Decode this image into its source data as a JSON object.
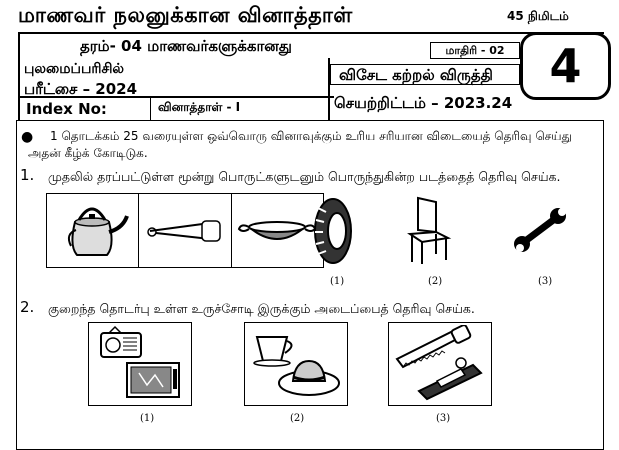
{
  "header": {
    "title": "மாணவர் நலனுக்கான வினாத்தாள்",
    "subtitle": "தரம்- 04 மாணவர்களுக்கானது",
    "exam_line1": "புலமைப்பரிசில்",
    "exam_line2": "பரீட்சை – 2024",
    "time": "45 நிமிடம்",
    "model": "மாதிரி - 02",
    "grade": "4",
    "programme": "விசேட கற்றல் விருத்தி",
    "date": "செயற்றிட்டம் – 2023.24",
    "index_label": "Index No:",
    "paper_name": "வினாத்தாள் - I"
  },
  "instruction": "1 தொடக்கம் 25 வரையுள்ள ஒவ்வொரு வினாவுக்கும் உரிய சரியான விடையைத் தெரிவு செய்து அதன் கீழ்க் கோடிடுக.",
  "questions": [
    {
      "number": "1.",
      "text": "முதலில் தரப்பட்டுள்ள மூன்று பொருட்களுடனும் பொருந்துகின்ற படத்தைத் தெரிவு செய்க.",
      "given_images": [
        "kettle-icon",
        "safety-pin-icon",
        "wok-icon"
      ],
      "options": [
        {
          "label": "(1)",
          "icon": "tyre-icon"
        },
        {
          "label": "(2)",
          "icon": "chair-icon"
        },
        {
          "label": "(3)",
          "icon": "spanner-icon"
        }
      ]
    },
    {
      "number": "2.",
      "text": "குறைந்த தொடர்பு உள்ள உருச்சோடி இருக்கும் அடைப்பைத் தெரிவு செய்க.",
      "options": [
        {
          "label": "(1)",
          "icons": [
            "radio-icon",
            "television-icon"
          ]
        },
        {
          "label": "(2)",
          "icons": [
            "cup-icon",
            "hat-icon"
          ]
        },
        {
          "label": "(3)",
          "icons": [
            "saw-icon",
            "plane-tool-icon"
          ]
        }
      ]
    }
  ]
}
